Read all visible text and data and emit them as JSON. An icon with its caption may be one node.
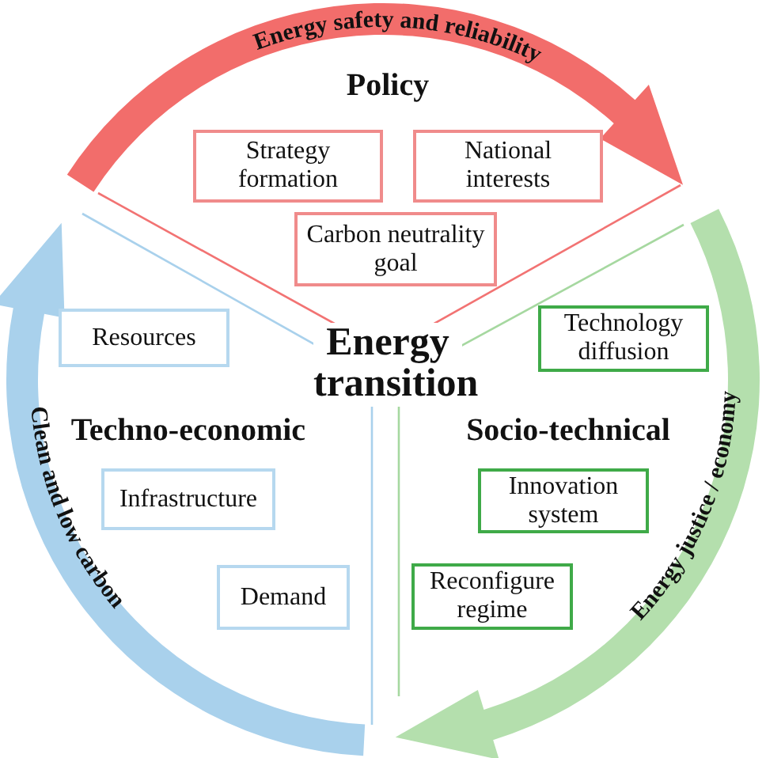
{
  "diagram": {
    "nodes": [
      {
        "text": [
          "Policy"
        ]
      },
      {
        "text": [
          "Strategy formation"
        ]
      },
      {
        "text": [
          "National interests"
        ]
      },
      {
        "text": [
          "Carbon neutrality goal"
        ]
      },
      {
        "text": [
          "Techno-economic"
        ]
      },
      {
        "text": [
          "Resources"
        ]
      },
      {
        "text": [
          "Infrastructure"
        ]
      },
      {
        "text": [
          "Demand"
        ]
      },
      {
        "text": [
          "Socio-technical"
        ]
      },
      {
        "text": [
          "Technology diffusion"
        ]
      },
      {
        "text": [
          "Innovation system"
        ]
      },
      {
        "text": [
          "Reconfigure regime"
        ]
      },
      {
        "text": [
          "Energy transition"
        ]
      }
    ],
    "labels": [
      "Energy safety and reliability",
      "Energy justice / economy",
      "Clean and low carbon"
    ]
  }
}
